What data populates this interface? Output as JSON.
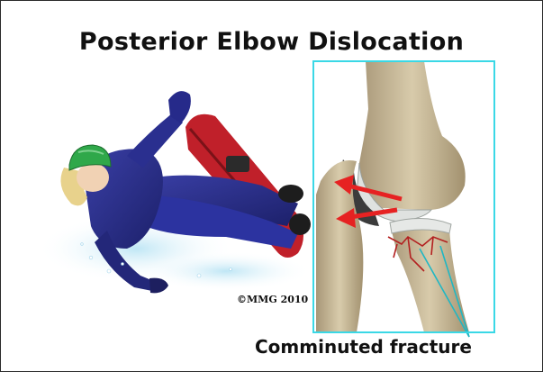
{
  "title": "Posterior Elbow Dislocation",
  "copyright": "©MMG 2010",
  "caption": "Comminuted fracture",
  "illustrations": {
    "left": "snowboarder-falling",
    "right": "elbow-bones-inset"
  },
  "colors": {
    "inset_border": "#3ad8e6",
    "arrow": "#e62222",
    "fracture_line": "#b32020",
    "callout_line": "#1fb7c4",
    "jacket": "#2a2f8f",
    "helmet": "#2fa84a",
    "board": "#c0202a",
    "bone": "#cbbd9e",
    "cartilage": "#dfe2e0"
  }
}
